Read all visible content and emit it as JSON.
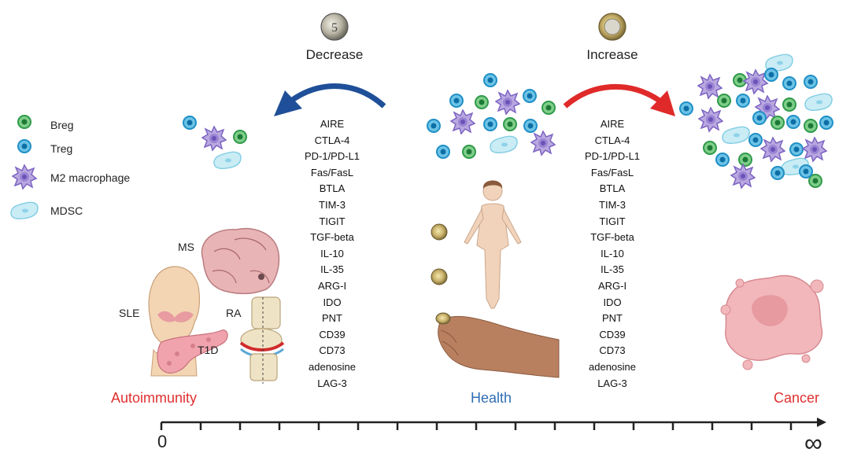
{
  "headings": {
    "decrease": "Decrease",
    "increase": "Increase"
  },
  "legend": [
    {
      "label": "Breg",
      "icon": "breg-cell-icon"
    },
    {
      "label": "Treg",
      "icon": "treg-cell-icon"
    },
    {
      "label": "M2 macrophage",
      "icon": "m2-macrophage-icon"
    },
    {
      "label": "MDSC",
      "icon": "mdsc-cell-icon"
    }
  ],
  "molecules": [
    "AIRE",
    "CTLA-4",
    "PD-1/PD-L1",
    "Fas/FasL",
    "BTLA",
    "TIM-3",
    "TIGIT",
    "TGF-beta",
    "IL-10",
    "IL-35",
    "ARG-I",
    "IDO",
    "PNT",
    "CD39",
    "CD73",
    "adenosine",
    "LAG-3"
  ],
  "diseases": {
    "ms": "MS",
    "sle": "SLE",
    "ra": "RA",
    "t1d": "T1D"
  },
  "categories": {
    "autoimmunity": "Autoimmunity",
    "health": "Health",
    "cancer": "Cancer"
  },
  "axis": {
    "start": "0",
    "end": "∞"
  },
  "colors": {
    "autoimmunity": "#e03030",
    "health": "#2f6db5",
    "cancer": "#e03030",
    "decrease_arrow": "#1f4f98",
    "increase_arrow": "#e02a2a"
  }
}
